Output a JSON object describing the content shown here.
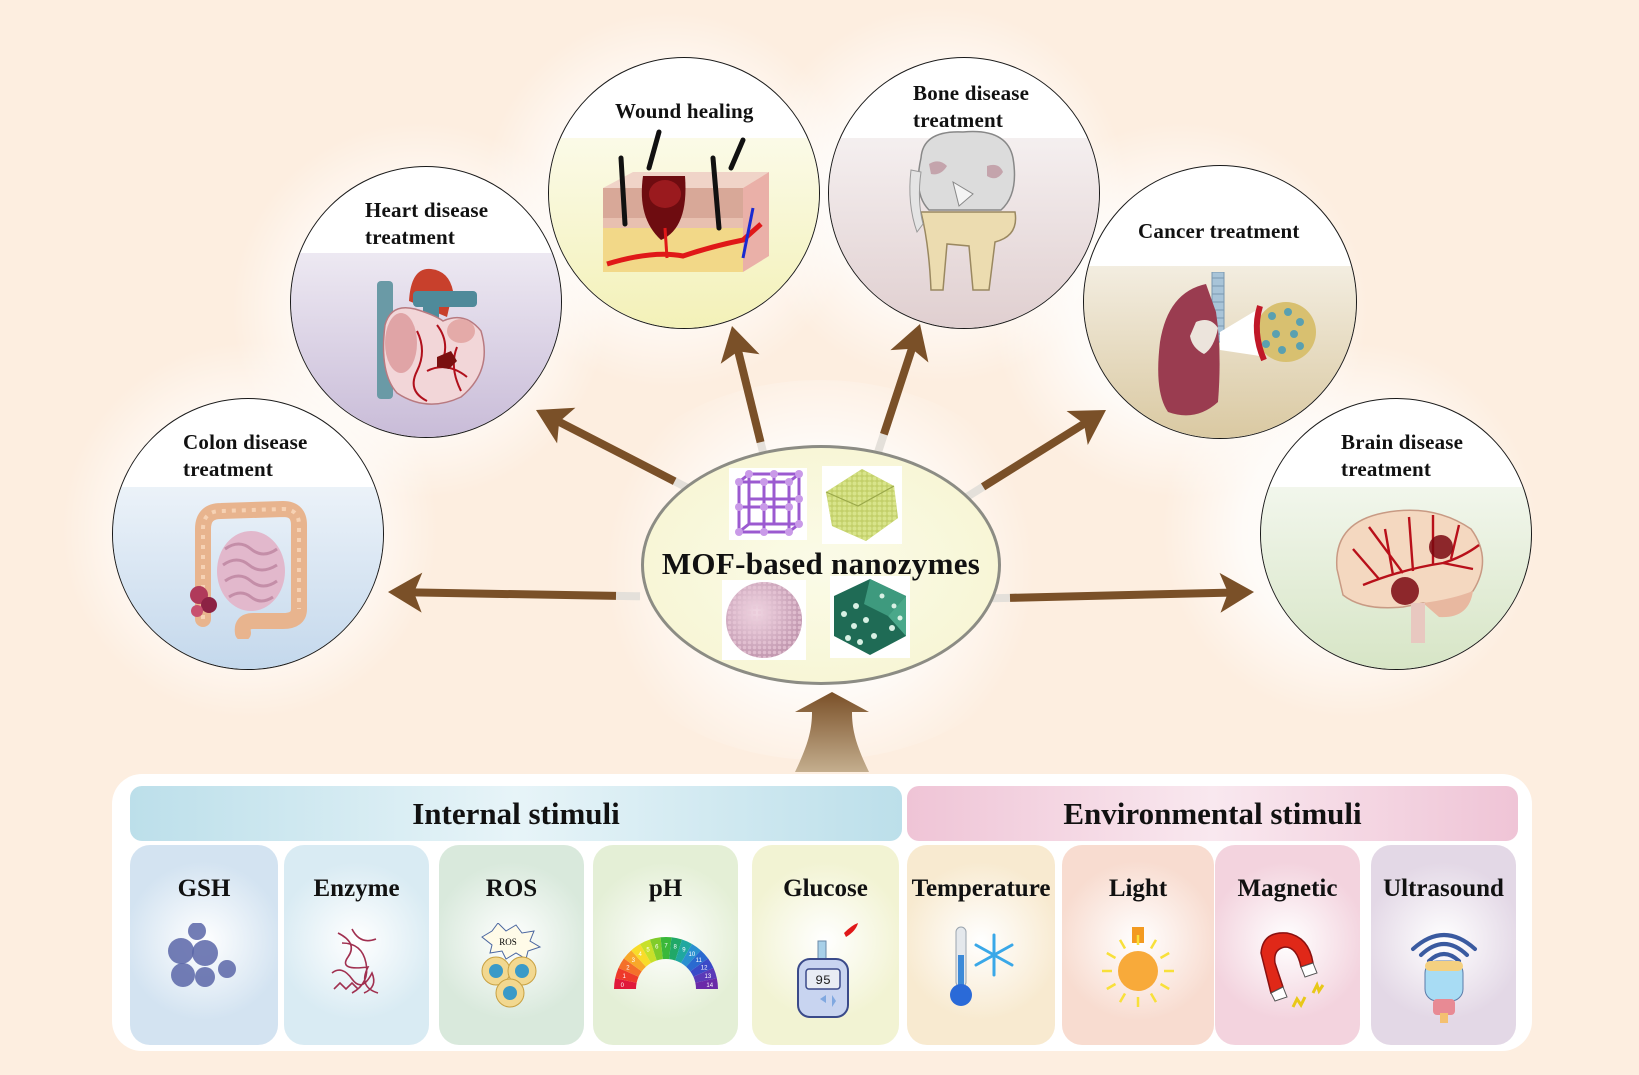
{
  "hub": {
    "title": "MOF-based nanozymes",
    "structures": [
      "lattice-framework",
      "dodecahedron-particle",
      "sphere-particle",
      "porous-polyhedron"
    ]
  },
  "applications": [
    {
      "id": "colon",
      "label": "Colon  disease\ntreatment",
      "icon": "intestine-icon",
      "bg": "#c4d8ec"
    },
    {
      "id": "heart",
      "label": "Heart disease\ntreatment",
      "icon": "heart-icon",
      "bg": "#c9bcd8"
    },
    {
      "id": "wound",
      "label": "Wound healing",
      "icon": "skin-wound-icon",
      "bg": "#f3f1b8"
    },
    {
      "id": "bone",
      "label": "Bone disease\ntreatment",
      "icon": "knee-joint-icon",
      "bg": "#e0cfd0"
    },
    {
      "id": "cancer",
      "label": "Cancer treatment",
      "icon": "lung-tumor-icon",
      "bg": "#dac9a2"
    },
    {
      "id": "brain",
      "label": "Brain disease\ntreatment",
      "icon": "brain-icon",
      "bg": "#d7e5c6"
    }
  ],
  "stimuli": {
    "internal": {
      "title": "Internal stimuli",
      "items": [
        {
          "label": "GSH",
          "icon": "cells-icon",
          "bg": "#d3e3f1"
        },
        {
          "label": "Enzyme",
          "icon": "protein-icon",
          "bg": "#d9ebf3"
        },
        {
          "label": "ROS",
          "icon": "ros-cells-icon",
          "bg": "#d9e9dc"
        },
        {
          "label": "pH",
          "icon": "ph-scale-icon",
          "bg": "#e4efd6"
        },
        {
          "label": "Glucose",
          "icon": "glucose-meter-icon",
          "bg": "#f2f3d3"
        }
      ]
    },
    "environmental": {
      "title": "Environmental stimuli",
      "items": [
        {
          "label": "Temperature",
          "icon": "thermometer-snowflake-icon",
          "bg": "#f8ead0"
        },
        {
          "label": "Light",
          "icon": "light-bulb-icon",
          "bg": "#f8dcd0"
        },
        {
          "label": "Magnetic",
          "icon": "magnet-icon",
          "bg": "#f3d3de"
        },
        {
          "label": "Ultrasound",
          "icon": "ultrasound-probe-icon",
          "bg": "#e3d8e6"
        }
      ]
    }
  },
  "glucose_reading": "95",
  "ros_badge": "ROS",
  "ph_scale": [
    "0",
    "1",
    "2",
    "3",
    "4",
    "5",
    "6",
    "7",
    "8",
    "9",
    "10",
    "11",
    "12",
    "13",
    "14"
  ],
  "colors": {
    "arrow": "#7a5028",
    "background": "#fdeee0",
    "internal_header": "#bfe0ea",
    "environmental_header": "#f0c8d8"
  }
}
